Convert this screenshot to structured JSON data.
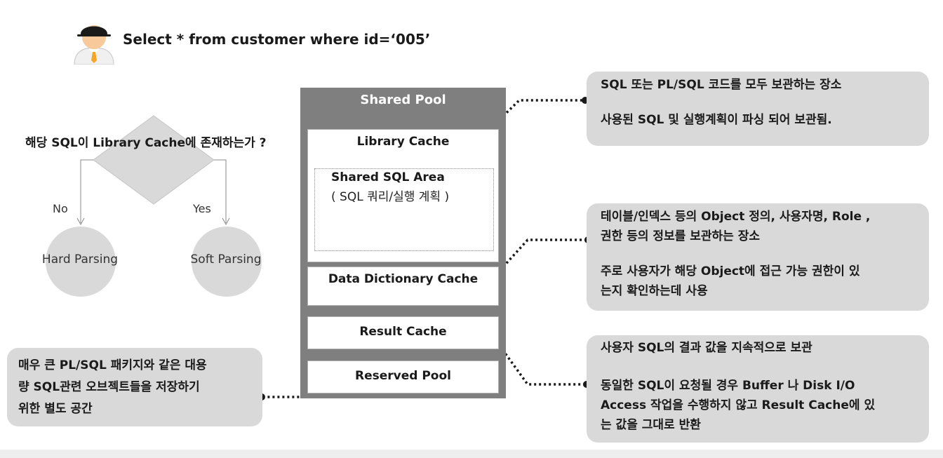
{
  "query": "Select * from customer where id=‘005’",
  "decision": {
    "question": "해당 SQL이 Library Cache에 존재하는가 ?",
    "no_label": "No",
    "yes_label": "Yes",
    "hard_parsing": "Hard Parsing",
    "soft_parsing": "Soft Parsing"
  },
  "shared_pool": {
    "title": "Shared Pool",
    "library_cache": "Library Cache",
    "shared_sql_area_title": "Shared SQL Area",
    "shared_sql_area_sub": "( SQL 쿼리/실행 계획 )",
    "data_dictionary_cache": "Data Dictionary Cache",
    "result_cache": "Result Cache",
    "reserved_pool": "Reserved Pool"
  },
  "notes": {
    "library": {
      "line1": "SQL 또는 PL/SQL 코드를 모두 보관하는 장소",
      "line2": "사용된 SQL 및 실행계획이 파싱 되어 보관됨."
    },
    "dictionary": {
      "line1": "테이블/인덱스 등의 Object 정의, 사용자명, Role ,",
      "line2": "권한 등의 정보를 보관하는 장소",
      "line3": "주로 사용자가 해당 Object에 접근 가능 권한이 있",
      "line4": "는지 확인하는데 사용"
    },
    "result": {
      "line1": "사용자 SQL의 결과 값을 지속적으로 보관",
      "line2": "동일한 SQL이 요청될 경우 Buffer 나 Disk I/O",
      "line3": "Access 작업을 수행하지 않고 Result Cache에 있",
      "line4": "는 값을 그대로 반환"
    },
    "reserved": {
      "line1": "매우 큰 PL/SQL 패키지와 같은 대용",
      "line2": "량 SQL관련 오브젝트들을 저장하기",
      "line3": "위한 별도 공간"
    }
  },
  "colors": {
    "pool_gray": "#7f7f7f",
    "note_gray": "#d9d9d9",
    "circle_gray": "#d9d9d9",
    "avatar_orange": "#f5a623"
  }
}
